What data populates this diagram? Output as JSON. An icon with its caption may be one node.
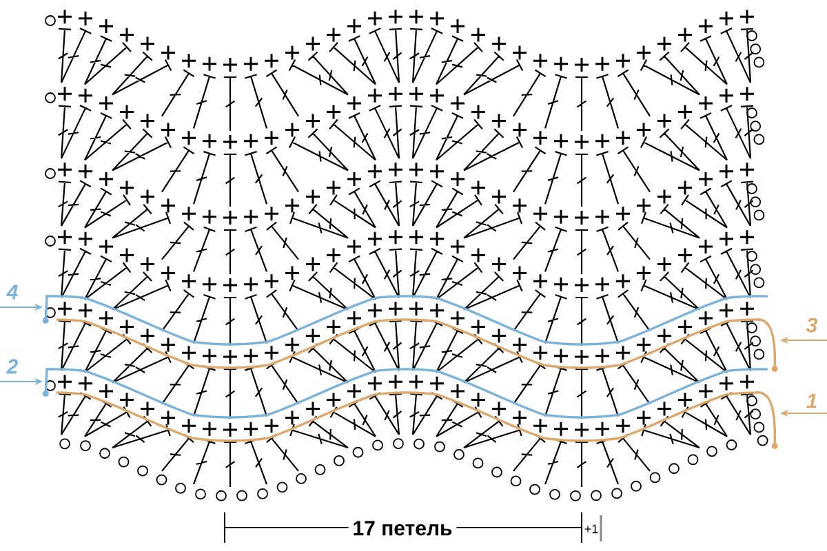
{
  "diagram": {
    "labels": [
      "4",
      "3",
      "2",
      "1",
      "17 петель",
      "+1"
    ]
  }
}
